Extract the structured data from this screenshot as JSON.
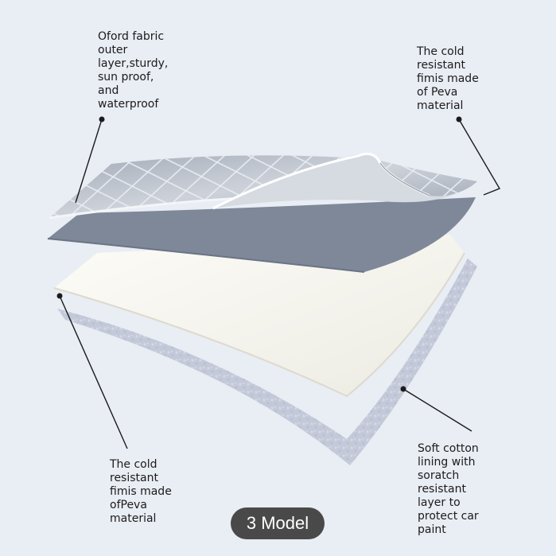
{
  "callouts": {
    "outer_layer": "Oford fabric\nouter\nlayer,sturdy,\nsun proof,\nand\nwaterproof",
    "cold_film_top": "The cold\nresistant\nfimis made\nof Peva\nmaterial",
    "cold_film_bottom": "The cold\nresistant\nfimis made\nofPeva\nmaterial",
    "cotton_lining": "Soft cotton\nlining with\nsoratch\nresistant\nlayer to\nprotect car\npaint"
  },
  "badge": {
    "label": "3 Model"
  },
  "colors": {
    "background": "#e9edf4",
    "silver_layer": "#b9bfc9",
    "gray_film": "#7e8899",
    "white_layer": "#f6f5ef",
    "cotton_layer": "#c4c9d9",
    "badge": "#494949"
  }
}
